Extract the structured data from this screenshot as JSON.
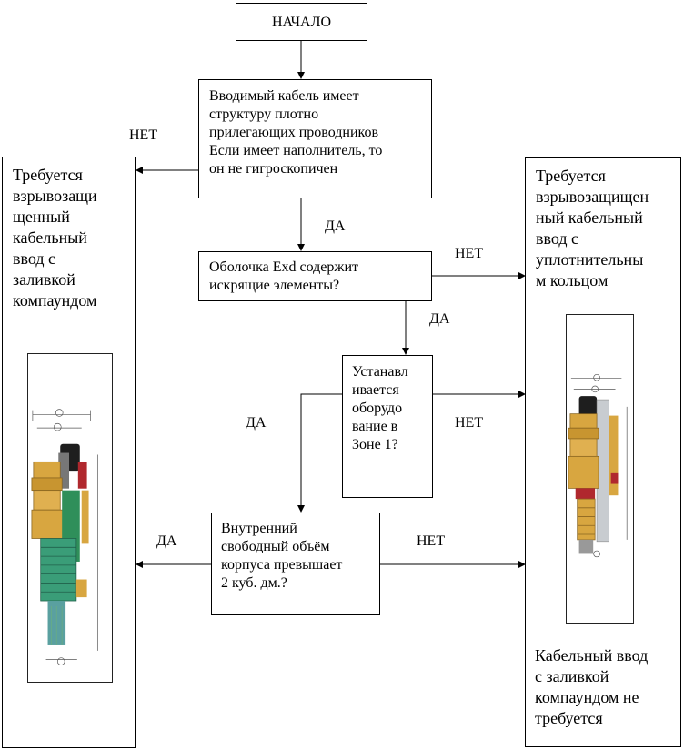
{
  "flow": {
    "start": "НАЧАЛО",
    "q1": [
      "Вводимый кабель имеет",
      "структуру плотно",
      "прилегающих проводников",
      "Если имеет наполнитель, то",
      "он не гигроскопичен"
    ],
    "q2": [
      "Оболочка Exd содержит",
      "искрящие элементы?"
    ],
    "q3": [
      "Устанавл",
      "ивается",
      "оборудо",
      "вание в",
      "Зоне 1?"
    ],
    "q4": [
      "Внутренний",
      "свободный объём",
      "корпуса превышает",
      "2 куб. дм.?"
    ]
  },
  "labels": {
    "q1_no": "НЕТ",
    "q1_yes": "ДА",
    "q2_no": "НЕТ",
    "q2_yes": "ДА",
    "q3_yes": "ДА",
    "q3_no": "НЕТ",
    "q4_yes": "ДА",
    "q4_no": "НЕТ"
  },
  "outcomes": {
    "left": [
      "Требуется",
      "взрывозащи",
      "щенный",
      "кабельный",
      "ввод с",
      "заливкой",
      "компаундом"
    ],
    "right_top": [
      "Требуется",
      "взрывозащищен",
      "ный кабельный",
      "ввод с",
      "уплотнительны",
      "м кольцом"
    ],
    "right_bottom": [
      "Кабельный ввод",
      "с заливкой",
      "компаундом не",
      "требуется"
    ]
  },
  "colors": {
    "line": "#000000",
    "brass": "#d8a640",
    "green": "#2f8f5a",
    "red": "#b0282e",
    "cable": "#1e1e1e"
  }
}
